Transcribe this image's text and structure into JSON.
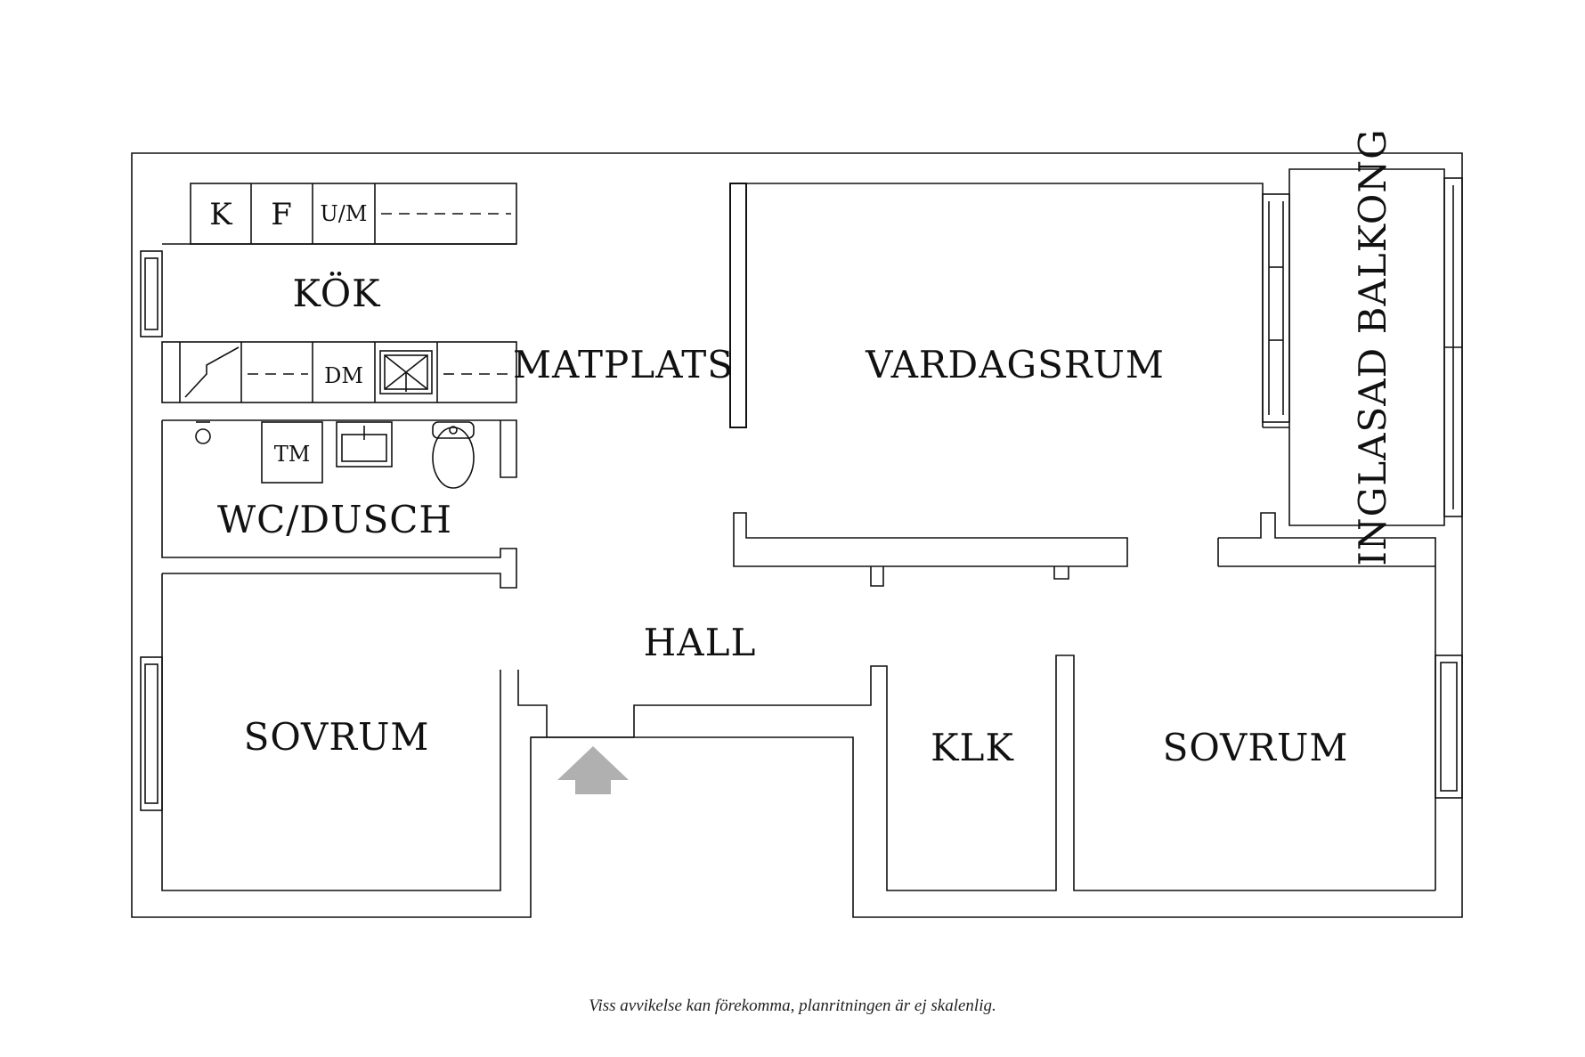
{
  "rooms": {
    "kok": "KÖK",
    "matplats": "MATPLATS",
    "vardagsrum": "VARDAGSRUM",
    "balkong": "INGLASAD BALKONG",
    "wc": "WC/DUSCH",
    "hall": "HALL",
    "sovrum_left": "SOVRUM",
    "klk": "KLK",
    "sovrum_right": "SOVRUM"
  },
  "appliances": {
    "kyl": "K",
    "frys": "F",
    "ugn_micro": "U/M",
    "diskmaskin": "DM",
    "tvattmaskin": "TM"
  },
  "footer": {
    "disclaimer": "Viss avvikelse kan förekomma, planritningen är ej skalenlig."
  },
  "colors": {
    "walls": "#111111",
    "entrance_arrow": "#b0b0b0",
    "background": "#ffffff"
  },
  "icons": {
    "entrance": "entrance-arrow-icon",
    "stove": "stove-icon",
    "sink": "sink-icon",
    "toilet": "toilet-icon",
    "shower": "shower-icon",
    "window": "window-icon"
  }
}
